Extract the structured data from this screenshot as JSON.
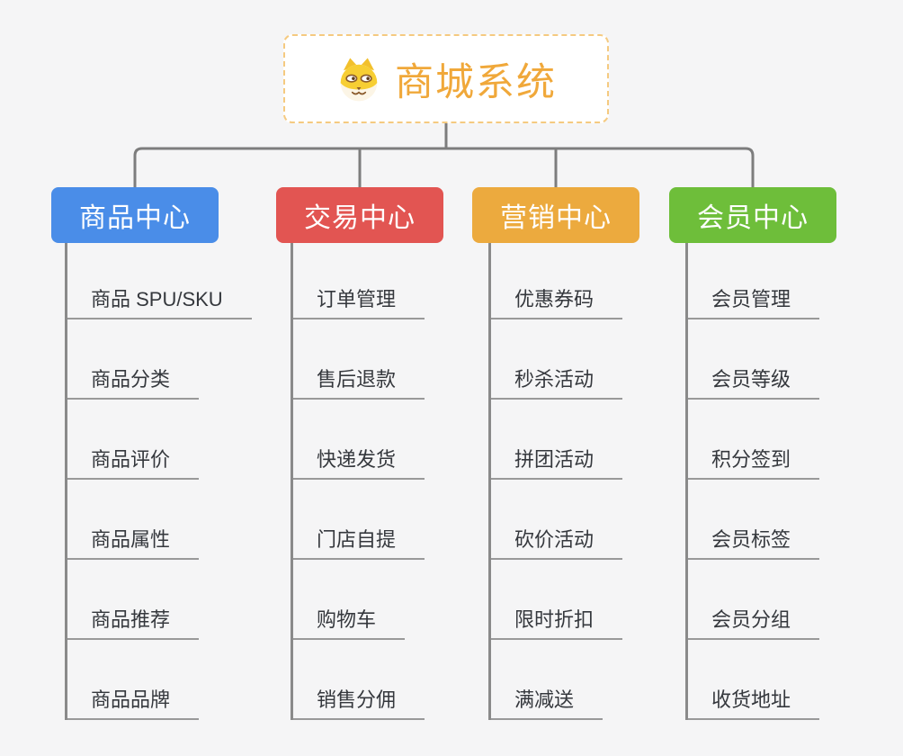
{
  "page": {
    "background_color": "#f5f5f6",
    "connector_color": "#7d7d7d",
    "underline_color": "#999999"
  },
  "root": {
    "title": "商城系统",
    "title_color": "#f0a83a",
    "border_color": "#f5ca80",
    "icon": "shiba-dog-face-icon"
  },
  "branches": [
    {
      "label": "商品中心",
      "color": "#4a8de8",
      "children": [
        "商品 SPU/SKU",
        "商品分类",
        "商品评价",
        "商品属性",
        "商品推荐",
        "商品品牌"
      ]
    },
    {
      "label": "交易中心",
      "color": "#e25552",
      "children": [
        "订单管理",
        "售后退款",
        "快递发货",
        "门店自提",
        "购物车",
        "销售分佣"
      ]
    },
    {
      "label": "营销中心",
      "color": "#ecaa3e",
      "children": [
        "优惠券码",
        "秒杀活动",
        "拼团活动",
        "砍价活动",
        "限时折扣",
        "满减送"
      ]
    },
    {
      "label": "会员中心",
      "color": "#6ebe3a",
      "children": [
        "会员管理",
        "会员等级",
        "积分签到",
        "会员标签",
        "会员分组",
        "收货地址"
      ]
    }
  ]
}
